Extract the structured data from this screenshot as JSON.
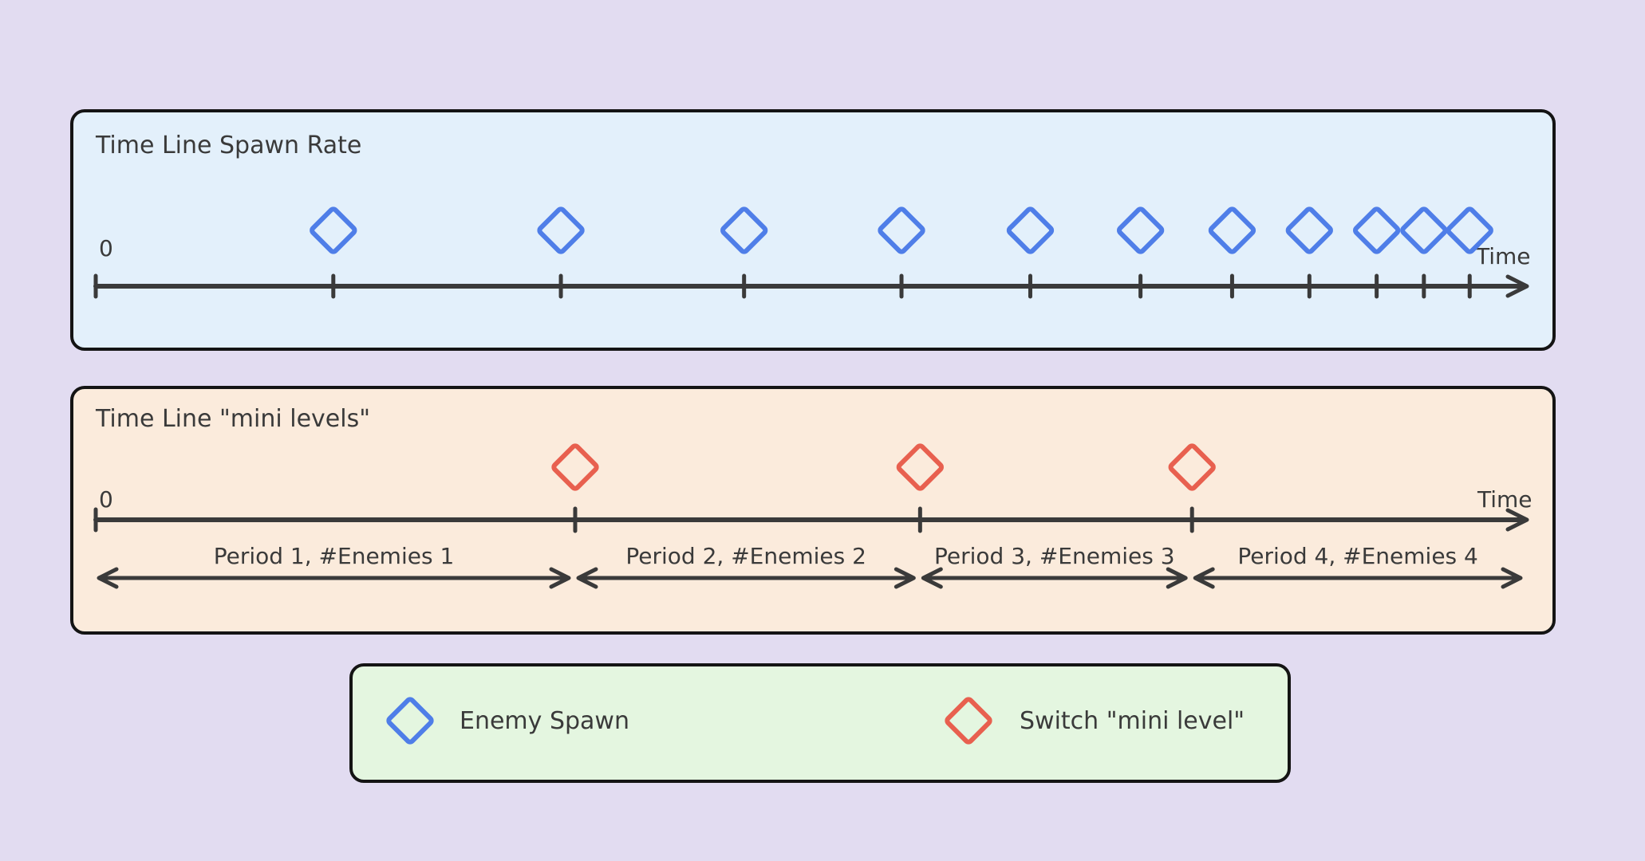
{
  "colors": {
    "background": "#e2dcf1",
    "spawn_panel": "#e3f0fb",
    "mini_panel": "#fbebdc",
    "legend_panel": "#e4f6e0",
    "axis": "#3a3a3a",
    "enemy_spawn": "#4f7ee8",
    "switch_level": "#e8604f"
  },
  "spawn_timeline": {
    "title": "Time Line Spawn Rate",
    "origin_label": "0",
    "axis_label": "Time",
    "axis_range": [
      0,
      100
    ],
    "spawn_times": [
      16.6,
      32.5,
      45.3,
      56.3,
      65.3,
      73.0,
      79.4,
      84.8,
      89.5,
      92.8,
      96.0
    ]
  },
  "mini_timeline": {
    "title": "Time Line \"mini levels\"",
    "origin_label": "0",
    "axis_label": "Time",
    "axis_range": [
      0,
      100
    ],
    "switch_times": [
      33.5,
      57.6,
      76.6
    ],
    "periods": [
      {
        "label": "Period 1, #Enemies 1",
        "start": 0,
        "end": 33.5
      },
      {
        "label": "Period 2, #Enemies 2",
        "start": 33.5,
        "end": 57.6
      },
      {
        "label": "Period 3, #Enemies 3",
        "start": 57.6,
        "end": 76.6
      },
      {
        "label": "Period 4, #Enemies 4",
        "start": 76.6,
        "end": 100
      }
    ]
  },
  "legend": {
    "items": [
      {
        "label": "Enemy Spawn",
        "marker": "enemy-spawn-diamond"
      },
      {
        "label": "Switch \"mini level\"",
        "marker": "switch-level-diamond"
      }
    ]
  }
}
